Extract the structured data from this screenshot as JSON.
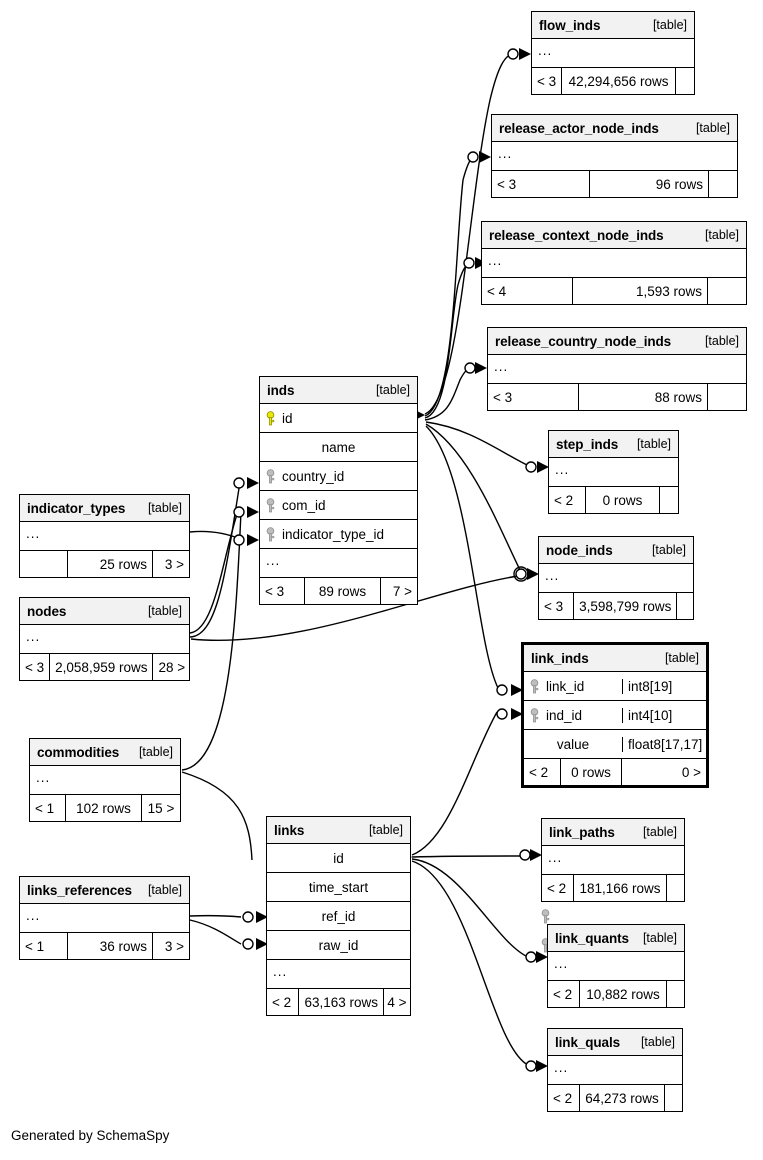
{
  "diagram": {
    "tool": "SchemaSpy",
    "caption": "Generated by SchemaSpy",
    "type_tag": "[table]",
    "ellipsis": "...",
    "focus_table": "link_inds"
  },
  "tables": [
    {
      "id": "flow_inds",
      "name": "flow_inds",
      "tag": "[table]",
      "focus": false,
      "columns": [],
      "has_ellipsis": true,
      "footer": {
        "left": "< 3",
        "mid": "42,294,656 rows",
        "right": ""
      }
    },
    {
      "id": "release_actor_node_inds",
      "name": "release_actor_node_inds",
      "tag": "[table]",
      "focus": false,
      "columns": [],
      "has_ellipsis": true,
      "footer": {
        "left": "< 3",
        "mid": "96 rows",
        "right": ""
      }
    },
    {
      "id": "release_context_node_inds",
      "name": "release_context_node_inds",
      "tag": "[table]",
      "focus": false,
      "columns": [],
      "has_ellipsis": true,
      "footer": {
        "left": "< 4",
        "mid": "1,593 rows",
        "right": ""
      }
    },
    {
      "id": "release_country_node_inds",
      "name": "release_country_node_inds",
      "tag": "[table]",
      "focus": false,
      "columns": [],
      "has_ellipsis": true,
      "footer": {
        "left": "< 3",
        "mid": "88 rows",
        "right": ""
      }
    },
    {
      "id": "inds",
      "name": "inds",
      "tag": "[table]",
      "focus": false,
      "columns": [
        {
          "name": "id",
          "key": "primary",
          "type": ""
        },
        {
          "name": "name",
          "key": "none",
          "type": ""
        },
        {
          "name": "country_id",
          "key": "foreign",
          "type": ""
        },
        {
          "name": "com_id",
          "key": "foreign",
          "type": ""
        },
        {
          "name": "indicator_type_id",
          "key": "foreign",
          "type": ""
        }
      ],
      "has_ellipsis": true,
      "footer": {
        "left": "< 3",
        "mid": "89 rows",
        "right": "7 >"
      }
    },
    {
      "id": "step_inds",
      "name": "step_inds",
      "tag": "[table]",
      "focus": false,
      "columns": [],
      "has_ellipsis": true,
      "footer": {
        "left": "< 2",
        "mid": "0 rows",
        "right": ""
      }
    },
    {
      "id": "node_inds",
      "name": "node_inds",
      "tag": "[table]",
      "focus": false,
      "columns": [],
      "has_ellipsis": true,
      "footer": {
        "left": "< 3",
        "mid": "3,598,799 rows",
        "right": ""
      }
    },
    {
      "id": "link_inds",
      "name": "link_inds",
      "tag": "[table]",
      "focus": true,
      "columns": [
        {
          "name": "link_id",
          "key": "foreign",
          "type": "int8[19]"
        },
        {
          "name": "ind_id",
          "key": "foreign",
          "type": "int4[10]"
        },
        {
          "name": "value",
          "key": "none",
          "type": "float8[17,17]"
        }
      ],
      "has_ellipsis": false,
      "footer": {
        "left": "< 2",
        "mid": "0 rows",
        "right": "0 >"
      }
    },
    {
      "id": "indicator_types",
      "name": "indicator_types",
      "tag": "[table]",
      "focus": false,
      "columns": [],
      "has_ellipsis": true,
      "footer": {
        "left": "",
        "mid": "25 rows",
        "right": "3 >"
      }
    },
    {
      "id": "nodes",
      "name": "nodes",
      "tag": "[table]",
      "focus": false,
      "columns": [],
      "has_ellipsis": true,
      "footer": {
        "left": "< 3",
        "mid": "2,058,959 rows",
        "right": "28 >"
      }
    },
    {
      "id": "commodities",
      "name": "commodities",
      "tag": "[table]",
      "focus": false,
      "columns": [],
      "has_ellipsis": true,
      "footer": {
        "left": "< 1",
        "mid": "102 rows",
        "right": "15 >"
      }
    },
    {
      "id": "links_references",
      "name": "links_references",
      "tag": "[table]",
      "focus": false,
      "columns": [],
      "has_ellipsis": true,
      "footer": {
        "left": "< 1",
        "mid": "36 rows",
        "right": "3 >"
      }
    },
    {
      "id": "links",
      "name": "links",
      "tag": "[table]",
      "focus": false,
      "columns": [
        {
          "name": "id",
          "key": "primary",
          "type": ""
        },
        {
          "name": "time_start",
          "key": "none",
          "type": ""
        },
        {
          "name": "ref_id",
          "key": "foreign",
          "type": ""
        },
        {
          "name": "raw_id",
          "key": "foreign",
          "type": ""
        }
      ],
      "has_ellipsis": true,
      "footer": {
        "left": "< 2",
        "mid": "63,163 rows",
        "right": "4 >"
      }
    },
    {
      "id": "link_paths",
      "name": "link_paths",
      "tag": "[table]",
      "focus": false,
      "columns": [],
      "has_ellipsis": true,
      "footer": {
        "left": "< 2",
        "mid": "181,166 rows",
        "right": ""
      }
    },
    {
      "id": "link_quants",
      "name": "link_quants",
      "tag": "[table]",
      "focus": false,
      "columns": [],
      "has_ellipsis": true,
      "footer": {
        "left": "< 2",
        "mid": "10,882 rows",
        "right": ""
      }
    },
    {
      "id": "link_quals",
      "name": "link_quals",
      "tag": "[table]",
      "focus": false,
      "columns": [],
      "has_ellipsis": true,
      "footer": {
        "left": "< 2",
        "mid": "64,273 rows",
        "right": ""
      }
    }
  ],
  "colors": {
    "primary_key": "#e8e800",
    "foreign_key": "#b3b3b3",
    "header_bg": "#f2f2f2",
    "border": "#000000",
    "background": "#ffffff"
  },
  "relationships": [
    {
      "from": "inds",
      "to": "flow_inds"
    },
    {
      "from": "inds",
      "to": "release_actor_node_inds"
    },
    {
      "from": "inds",
      "to": "release_context_node_inds"
    },
    {
      "from": "inds",
      "to": "release_country_node_inds"
    },
    {
      "from": "inds",
      "to": "step_inds"
    },
    {
      "from": "inds",
      "to": "node_inds"
    },
    {
      "from": "inds",
      "to": "link_inds"
    },
    {
      "from": "indicator_types",
      "to": "inds"
    },
    {
      "from": "nodes",
      "to": "inds"
    },
    {
      "from": "commodities",
      "to": "inds"
    },
    {
      "from": "nodes",
      "to": "node_inds"
    },
    {
      "from": "links_references",
      "to": "links"
    },
    {
      "from": "links",
      "to": "link_inds"
    },
    {
      "from": "links",
      "to": "link_paths"
    },
    {
      "from": "links",
      "to": "link_quants"
    },
    {
      "from": "links",
      "to": "link_quals"
    }
  ]
}
